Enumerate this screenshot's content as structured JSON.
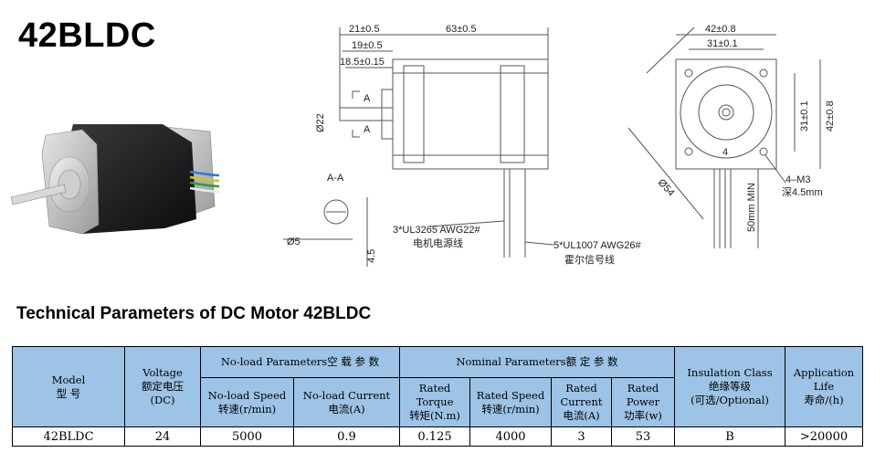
{
  "title": "42BLDC",
  "drawing": {
    "dim_21": "21±0.5",
    "dim_19": "19±0.5",
    "dim_18": "18.5±0.15",
    "dim_63": "63±0.5",
    "dim_42_top": "42±0.8",
    "dim_31_top": "31±0.1",
    "dim_31_side": "31±0.1",
    "dim_42_side": "42±0.8",
    "dim_phi22": "Ø22",
    "dim_phi54": "Ø54",
    "dim_phi5": "Ø5",
    "dim_4_5": "4.5",
    "dim_50mm": "50mm MIN",
    "section_aa": "A-A",
    "arrow_a": "A",
    "holes": "4–M3",
    "hole_depth": "深4.5mm",
    "cable1": "3*UL3265 AWG22#",
    "cable1_cn": "电机电源线",
    "cable2": "5*UL1007 AWG26#",
    "cable2_cn": "霍尔信号线",
    "mark_4": "4"
  },
  "subtitle": "Technical Parameters of DC Motor 42BLDC",
  "table": {
    "model_en": "Model",
    "model_cn": "型 号",
    "voltage_en": "Voltage",
    "voltage_cn": "额定电压",
    "voltage_unit": "(DC)",
    "noload_group": "No-load Parameters空 载 参 数",
    "nominal_group": "Nominal Parameters额  定  参  数",
    "insulation_en": "Insulation Class",
    "insulation_cn": "绝缘等级",
    "insulation_opt": "(可选/Optional)",
    "life_en1": "Application",
    "life_en2": "Life",
    "life_cn": "寿命/(h)",
    "noload_speed_en": "No-load Speed",
    "noload_speed_cn": "转速(r/min)",
    "noload_current_en": "No-load Current",
    "noload_current_cn": "电流(A)",
    "rated_torque_en1": "Rated",
    "rated_torque_en2": "Torque",
    "rated_torque_cn": "转矩(N.m)",
    "rated_speed_en": "Rated Speed",
    "rated_speed_cn": "转速(r/min)",
    "rated_current_en1": "Rated",
    "rated_current_en2": "Current",
    "rated_current_cn": "电流(A)",
    "rated_power_en1": "Rated",
    "rated_power_en2": "Power",
    "rated_power_cn": "功率(w)",
    "row": {
      "model": "42BLDC",
      "voltage": "24",
      "noload_speed": "5000",
      "noload_current": "0.9",
      "torque": "0.125",
      "rated_speed": "4000",
      "current": "3",
      "power": "53",
      "insulation": "B",
      "life": ">20000"
    }
  }
}
